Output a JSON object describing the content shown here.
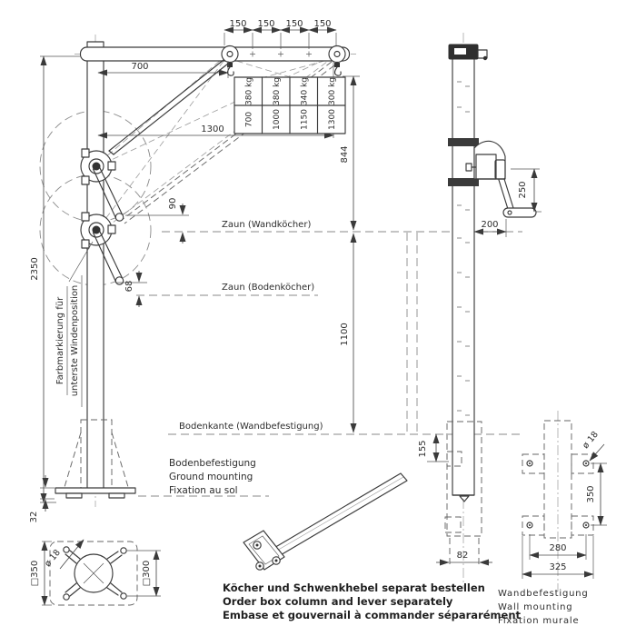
{
  "front_view": {
    "dim_overall_height": "2350",
    "dim_arm_700": "700",
    "dim_arm_1300": "1300",
    "dim_spacing": [
      "150",
      "150",
      "150",
      "150"
    ],
    "dim_844": "844",
    "dim_1100": "1100",
    "dim_90": "90",
    "dim_68": "68",
    "dim_32": "32",
    "label_farbmarkierung_line1": "Farbmarkierung für",
    "label_farbmarkierung_line2": "unterste Windenposition",
    "label_zaun_wand": "Zaun (Wandköcher)",
    "label_zaun_boden": "Zaun (Bodenköcher)",
    "label_bodenkante": "Bodenkante (Wandbefestigung)",
    "ground_mount_label_de": "Bodenbefestigung",
    "ground_mount_label_en": "Ground mounting",
    "ground_mount_label_fr": "Fixation au sol"
  },
  "load_table": {
    "loads": [
      "380 kg",
      "380 kg",
      "340 kg",
      "300 kg"
    ],
    "radii": [
      "700",
      "1000",
      "1150",
      "1300"
    ]
  },
  "side_view": {
    "dim_250": "250",
    "dim_200": "200",
    "dim_155": "155",
    "dim_82": "82"
  },
  "base_plate_view": {
    "dim_hole": "ø 18",
    "dim_square_350": "□350",
    "dim_square_300": "□300"
  },
  "wall_mount_view": {
    "dim_hole": "ø 18",
    "dim_350": "350",
    "dim_280": "280",
    "dim_325": "325",
    "label_de": "Wandbefestigung",
    "label_en": "Wall mounting",
    "label_fr": "Fixation murale"
  },
  "order_note": {
    "line_de": "Köcher und Schwenkhebel separat bestellen",
    "line_en": "Order box column and lever separately",
    "line_fr": "Embase et gouvernail à commander sépararément"
  }
}
